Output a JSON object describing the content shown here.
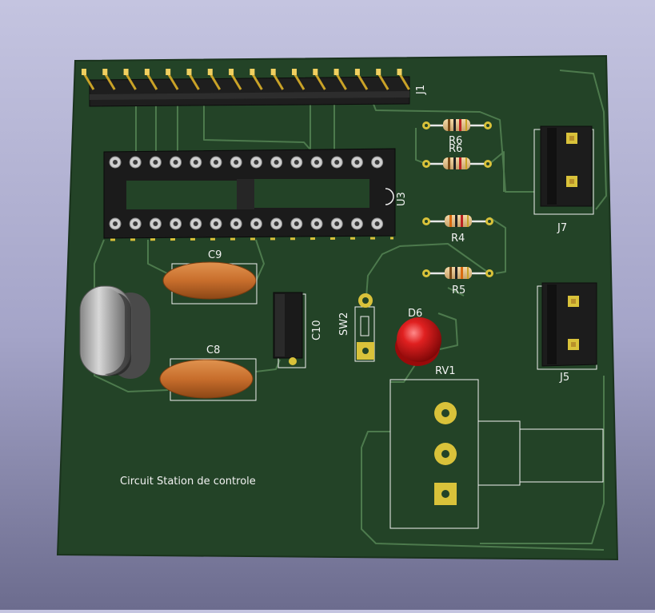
{
  "board": {
    "title_text": "Circuit Station de controle",
    "colors": {
      "background_top": "#c4c4e0",
      "background_bottom": "#6c6c8e",
      "board_fill": "#234327",
      "trace": "#4d7a4d",
      "silkscreen": "#f2f2f2",
      "pad_gold": "#d9c23a",
      "component_body": "#1a1a1a",
      "capacitor": "#c86e2c",
      "led": "#d41616",
      "crystal": "#a8a8a8"
    }
  },
  "components": {
    "j1": {
      "ref": "J1",
      "pin_count": 16
    },
    "u3": {
      "ref": "U3",
      "pin_count": 28
    },
    "r6_top": {
      "ref": "R6"
    },
    "r6_bottom": {
      "ref": "R6"
    },
    "r4": {
      "ref": "R4"
    },
    "r5": {
      "ref": "R5"
    },
    "j7": {
      "ref": "J7"
    },
    "j5": {
      "ref": "J5"
    },
    "c9": {
      "ref": "C9"
    },
    "c8": {
      "ref": "C8"
    },
    "c10": {
      "ref": "C10"
    },
    "sw2": {
      "ref": "SW2"
    },
    "d6": {
      "ref": "D6"
    },
    "rv1": {
      "ref": "RV1"
    },
    "crystal": {
      "ref": ""
    }
  }
}
